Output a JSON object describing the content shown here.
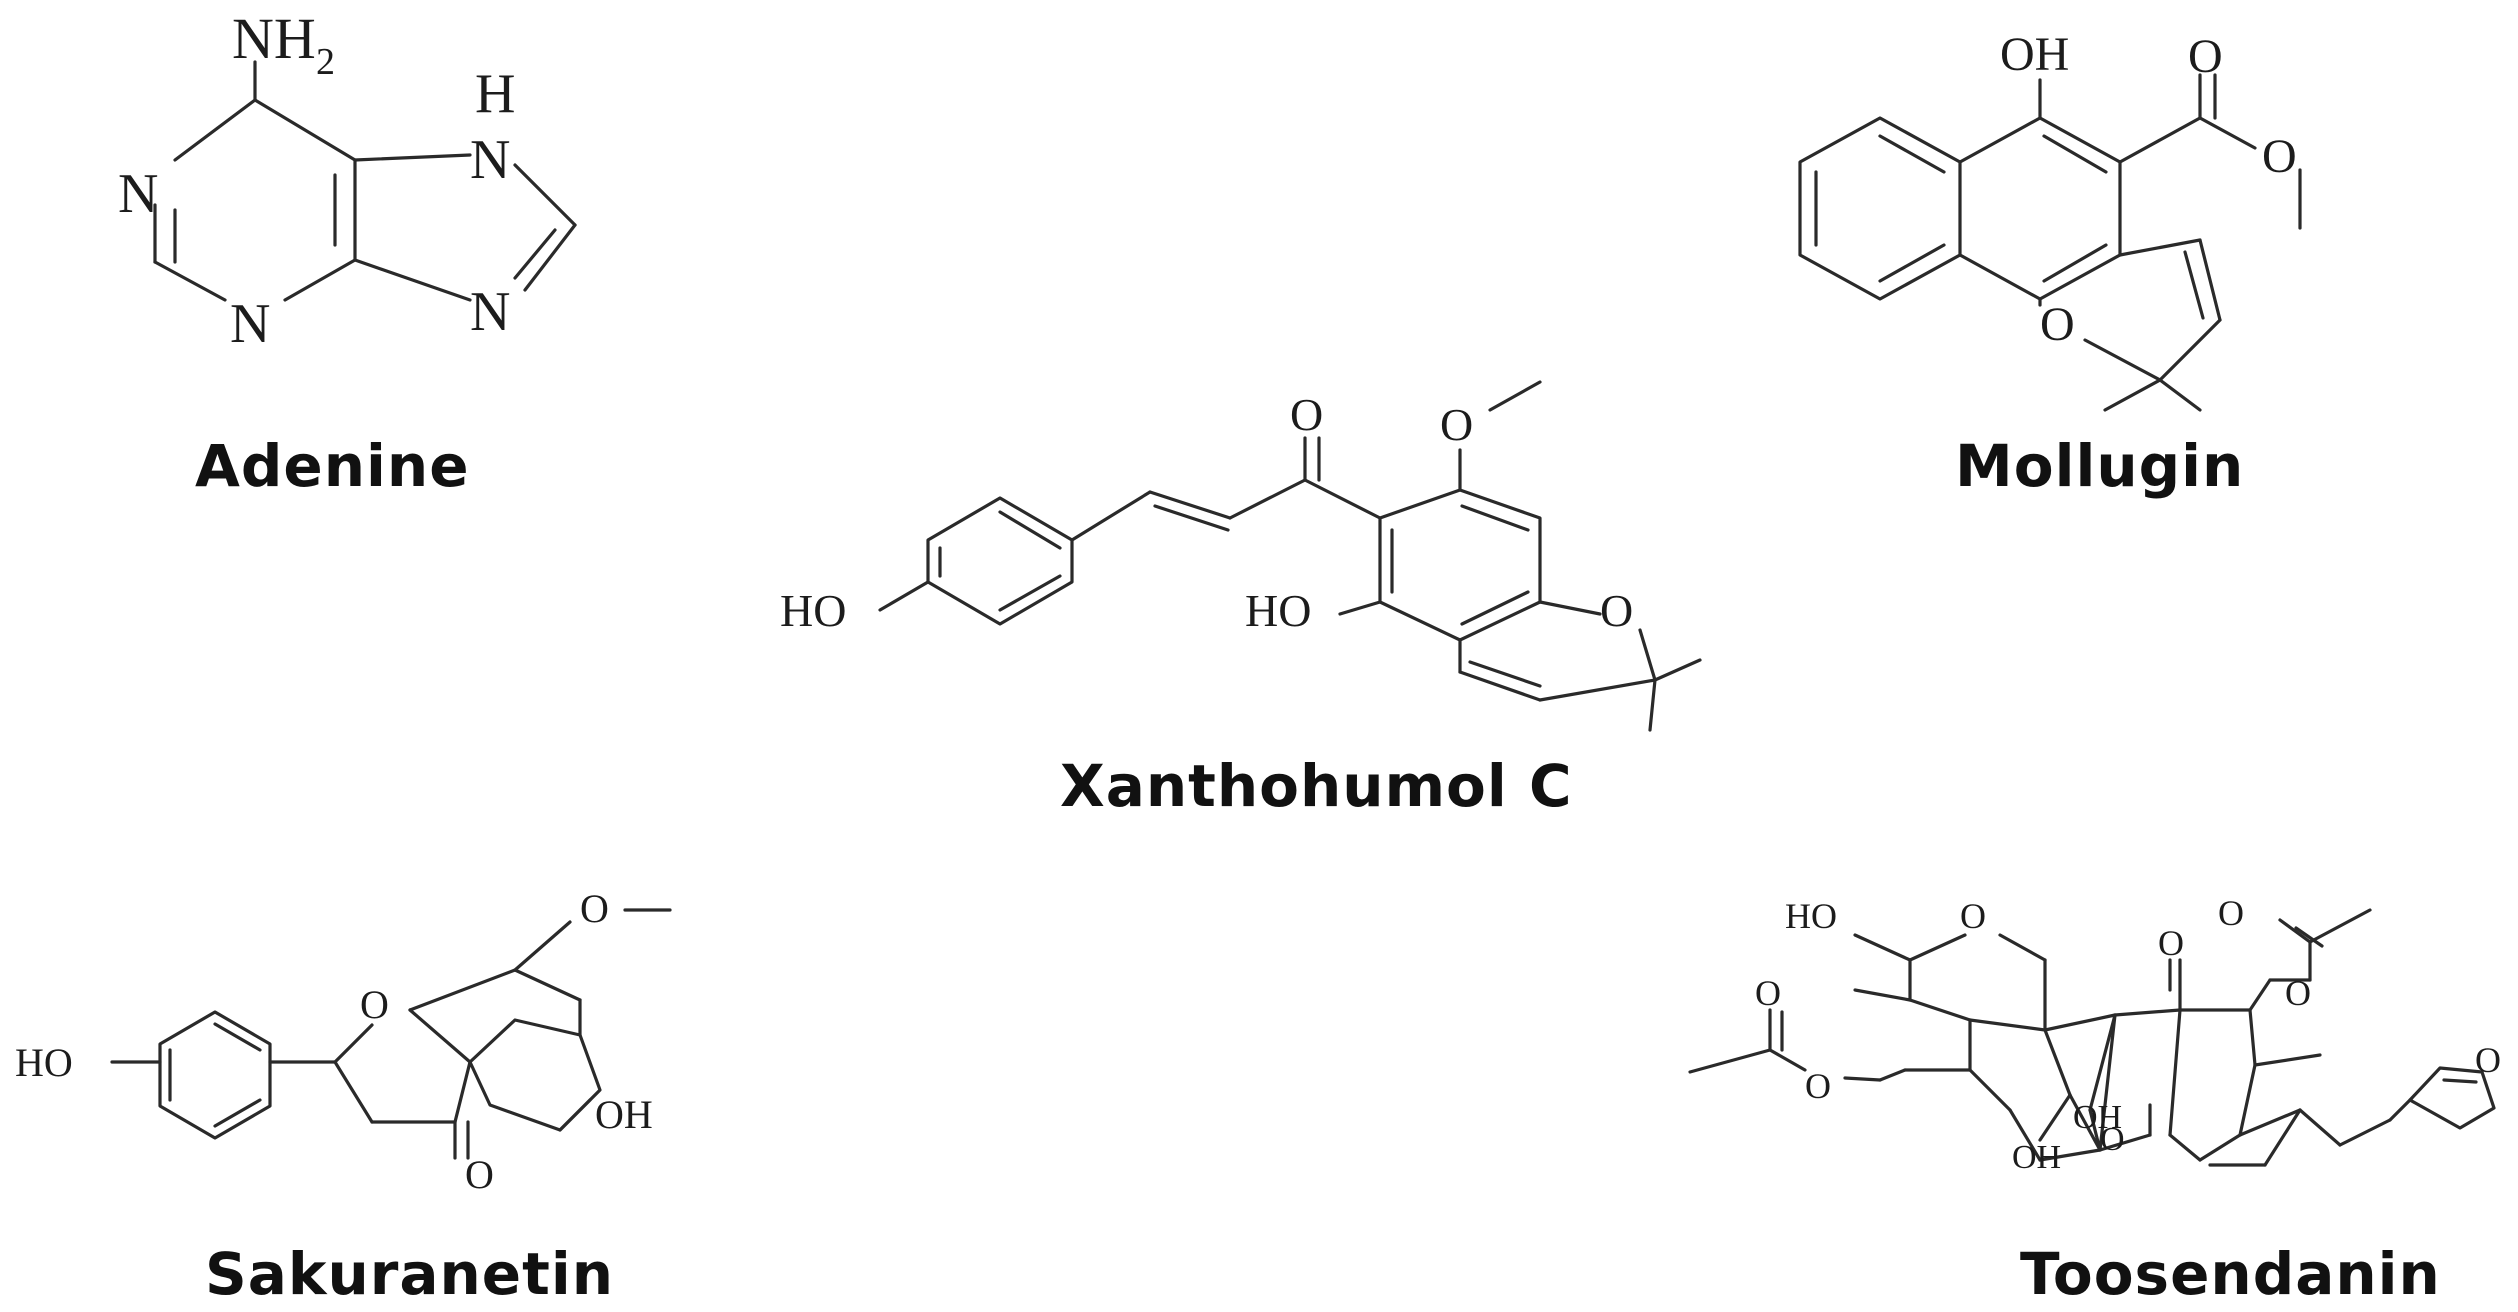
{
  "figure": {
    "compounds": [
      {
        "id": "adenine",
        "name": "Adenine",
        "atom_labels": [
          "NH",
          "2",
          "H",
          "N",
          "N",
          "N",
          "N"
        ]
      },
      {
        "id": "mollugin",
        "name": "Mollugin",
        "atom_labels": [
          "OH",
          "O",
          "O",
          "O"
        ]
      },
      {
        "id": "xanthohumol-c",
        "name": "Xanthohumol C",
        "atom_labels": [
          "O",
          "O",
          "HO",
          "HO",
          "O"
        ]
      },
      {
        "id": "sakuranetin",
        "name": "Sakuranetin",
        "atom_labels": [
          "O",
          "O",
          "HO",
          "OH",
          "O"
        ]
      },
      {
        "id": "toosendanin",
        "name": "Toosendanin",
        "atom_labels": [
          "HO",
          "O",
          "O",
          "O",
          "O",
          "O",
          "O",
          "O",
          "OH",
          "OH",
          "O"
        ]
      }
    ]
  }
}
